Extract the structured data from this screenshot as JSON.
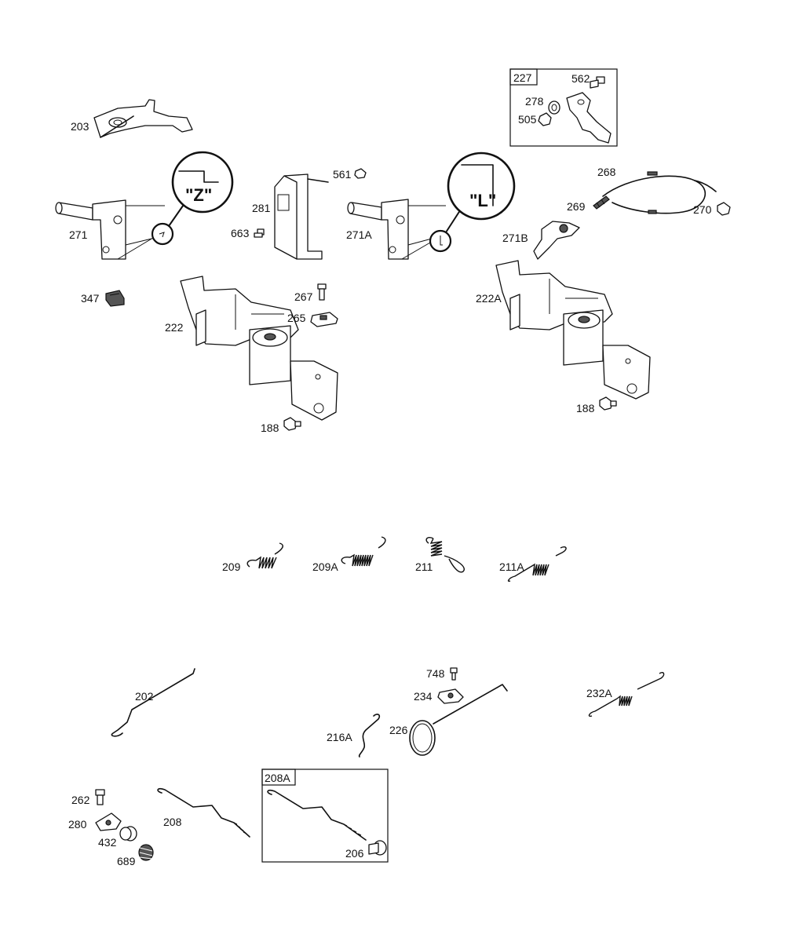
{
  "labels": {
    "l203": "203",
    "l227": "227",
    "l562": "562",
    "l278": "278",
    "l505": "505",
    "l561": "561",
    "l268": "268",
    "l269": "269",
    "l270": "270",
    "l281": "281",
    "l663": "663",
    "l271": "271",
    "l271A": "271A",
    "l271B": "271B",
    "l222A": "222A",
    "l347": "347",
    "l267": "267",
    "l265": "265",
    "l222": "222",
    "l188a": "188",
    "l188b": "188",
    "l209": "209",
    "l209A": "209A",
    "l211": "211",
    "l211A": "211A",
    "l748": "748",
    "l202": "202",
    "l234": "234",
    "l232A": "232A",
    "l216A": "216A",
    "l226": "226",
    "l208A": "208A",
    "l262": "262",
    "l280": "280",
    "l208": "208",
    "l432": "432",
    "l689": "689",
    "l206": "206"
  },
  "callouts": {
    "z": "\"Z\"",
    "l": "\"L\""
  }
}
